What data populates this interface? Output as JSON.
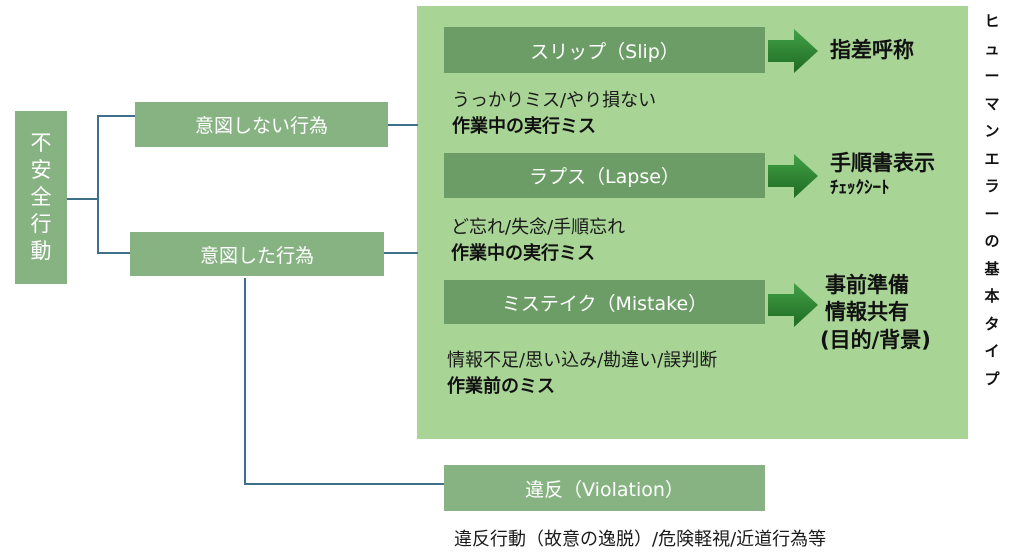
{
  "root": {
    "chars": [
      "不",
      "安",
      "全",
      "行",
      "動"
    ]
  },
  "unintended": {
    "label": "意図しない行為"
  },
  "intended": {
    "label": "意図した行為"
  },
  "types": [
    {
      "label": "スリップ（Slip）",
      "desc": "うっかりミス/やり損ない",
      "emphasis": "作業中の実行ミス"
    },
    {
      "label": "ラプス（Lapse）",
      "desc": "ど忘れ/失念/手順忘れ",
      "emphasis": "作業中の実行ミス"
    },
    {
      "label": "ミステイク（Mistake）",
      "desc": "情報不足/思い込み/勘違い/誤判断",
      "emphasis": "作業前のミス"
    }
  ],
  "countermeasures": {
    "slip": "指差呼称",
    "lapse_1": "手順書表示",
    "lapse_2": "ﾁｪｯｸｼｰﾄ",
    "mistake_1": "事前準備",
    "mistake_2": "情報共有",
    "mistake_3": "(目的/背景)"
  },
  "violation": {
    "label": "違反（Violation）",
    "desc": "違反行動（故意の逸脱）/危険軽視/近道行為等"
  },
  "side_title": [
    "ヒ",
    "ュ",
    "ー",
    "マ",
    "ン",
    "エ",
    "ラ",
    "ー",
    "の",
    "基",
    "本",
    "タ",
    "イ",
    "プ"
  ],
  "colors": {
    "panel": "#a8d495",
    "box": "#87b383",
    "type_box": "#6d9d67",
    "arrow": "#2f8a2f",
    "connector": "#3f6f8a"
  }
}
